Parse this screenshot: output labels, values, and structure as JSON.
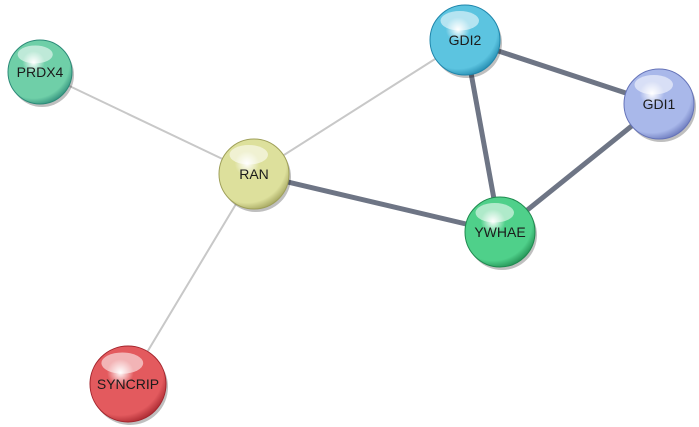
{
  "nodes": [
    {
      "id": "PRDX4",
      "label": "PRDX4",
      "color": "#6fcfa8",
      "color_dark": "#2c8a78"
    },
    {
      "id": "GDI2",
      "label": "GDI2",
      "color": "#5cc4e0",
      "color_dark": "#1f86ab"
    },
    {
      "id": "GDI1",
      "label": "GDI1",
      "color": "#a9b8ea",
      "color_dark": "#6573b8"
    },
    {
      "id": "RAN",
      "label": "RAN",
      "color": "#dde09c",
      "color_dark": "#9fa05a"
    },
    {
      "id": "YWHAE",
      "label": "YWHAE",
      "color": "#4fd08a",
      "color_dark": "#1f8a4f"
    },
    {
      "id": "SYNCRIP",
      "label": "SYNCRIP",
      "color": "#e35a5e",
      "color_dark": "#a3242c"
    }
  ],
  "edges": [
    {
      "source": "PRDX4",
      "target": "RAN",
      "strength": "weak"
    },
    {
      "source": "RAN",
      "target": "GDI2",
      "strength": "weak"
    },
    {
      "source": "RAN",
      "target": "SYNCRIP",
      "strength": "weak"
    },
    {
      "source": "RAN",
      "target": "YWHAE",
      "strength": "strong"
    },
    {
      "source": "GDI2",
      "target": "GDI1",
      "strength": "strong"
    },
    {
      "source": "GDI2",
      "target": "YWHAE",
      "strength": "strong"
    },
    {
      "source": "GDI1",
      "target": "YWHAE",
      "strength": "strong"
    }
  ],
  "edge_colors": {
    "weak": "#c8c8c8",
    "strong": "#6e7585"
  }
}
